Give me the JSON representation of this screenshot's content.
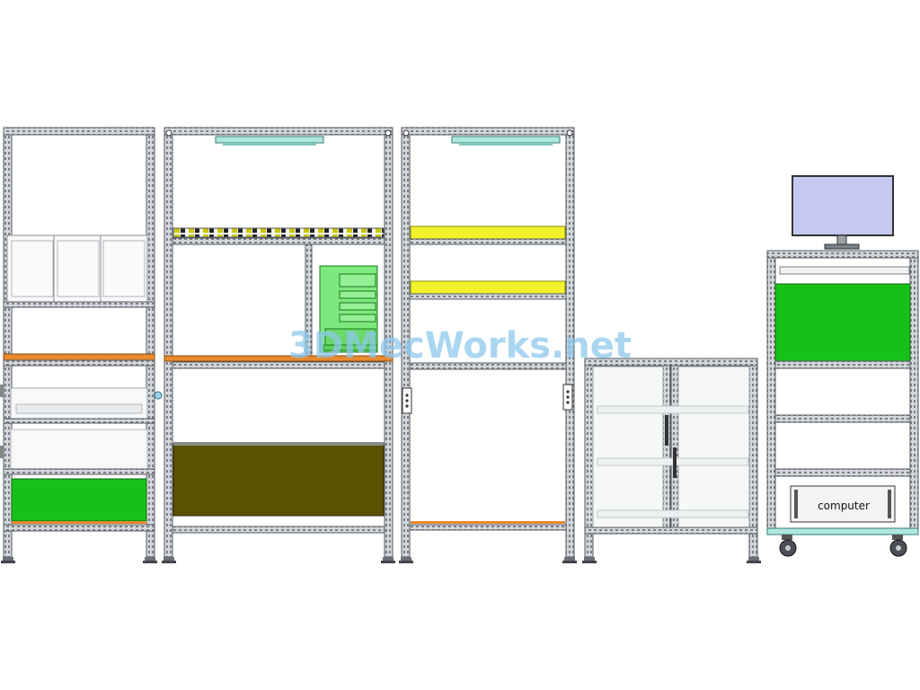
{
  "watermark": {
    "text": "3DMecWorks.net",
    "color": "#8ec8ec"
  },
  "units": [
    {
      "id": "cabinet-1",
      "label": ""
    },
    {
      "id": "workbench-2",
      "label": ""
    },
    {
      "id": "shelf-3",
      "label": ""
    },
    {
      "id": "glass-cabinet-4",
      "label": ""
    },
    {
      "id": "computer-cart-5",
      "label": "computer"
    }
  ],
  "colors": {
    "frame": "#c9cdd2",
    "frame_dark": "#555a60",
    "wood": "#e88a2e",
    "green": "#16c01b",
    "light_green": "#7de87e",
    "olive": "#5a5200",
    "yellow": "#f2f22c",
    "lamp": "#aee8e0",
    "screen": "#c3c9f0",
    "glass": "#f6f8f8"
  },
  "icons": [
    "lamp-icon",
    "caster-wheel-icon",
    "monitor-icon",
    "door-handle-icon"
  ]
}
